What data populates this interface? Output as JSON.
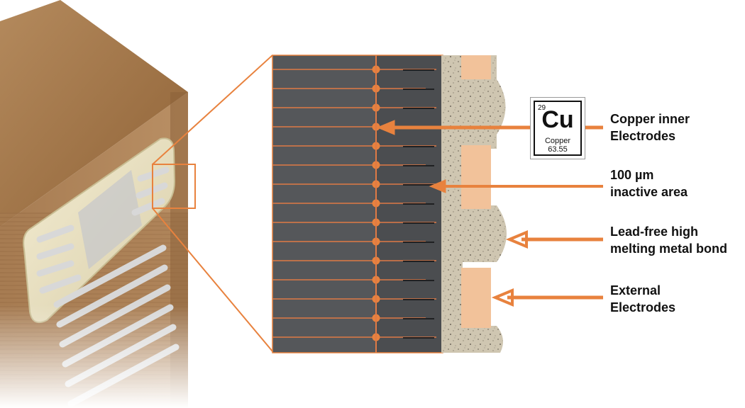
{
  "element_tile": {
    "atomic_number": "29",
    "symbol": "Cu",
    "name": "Copper",
    "atomic_mass": "63.55"
  },
  "labels": [
    {
      "lines": [
        "Copper inner",
        "Electrodes"
      ]
    },
    {
      "lines": [
        "100 µm",
        "inactive area"
      ]
    },
    {
      "lines": [
        "Lead-free high",
        "melting metal bond"
      ]
    },
    {
      "lines": [
        "External",
        "Electrodes"
      ]
    }
  ],
  "colors": {
    "accent": "#e8823e",
    "electrode_line": "#e07a45",
    "dielectric": "#55575a",
    "bond": "#cdc4b0",
    "external_electrode": "#f2c29a",
    "body": "#9a6d43"
  }
}
